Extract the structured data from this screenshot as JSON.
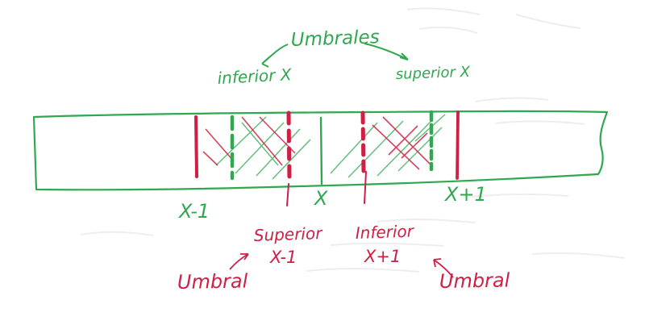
{
  "colors": {
    "green": "#2fa84f",
    "red": "#cf1f45",
    "paper": "#ffffff",
    "show_through": "#e9e9e9"
  },
  "labels": {
    "umbrales": "Umbrales",
    "inferior_x": "inferior X",
    "superior_x": "superior X",
    "x_minus_1": "X-1",
    "x": "X",
    "x_plus_1": "X+1",
    "superior_x_minus_1_line1": "Superior",
    "superior_x_minus_1_line2": "X-1",
    "inferior_x_plus_1_line1": "Inferior",
    "inferior_x_plus_1_line2": "X+1",
    "umbral_left": "Umbral",
    "umbral_right": "Umbral"
  }
}
